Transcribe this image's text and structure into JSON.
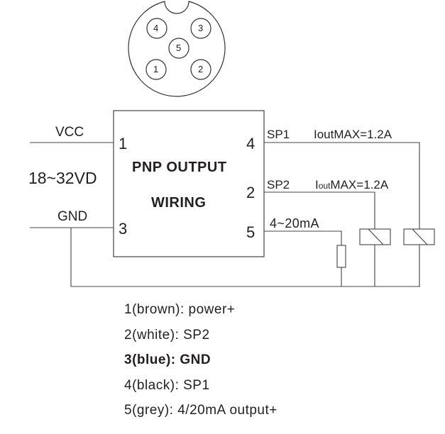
{
  "connector": {
    "pins": [
      {
        "id": "4",
        "pos": "top-left"
      },
      {
        "id": "3",
        "pos": "top-right"
      },
      {
        "id": "5",
        "pos": "center"
      },
      {
        "id": "1",
        "pos": "bottom-left"
      },
      {
        "id": "2",
        "pos": "bottom-right"
      }
    ]
  },
  "diagram": {
    "title_line1": "PNP OUTPUT",
    "title_line2": "WIRING",
    "left": {
      "vcc_label": "VCC",
      "voltage_label": "18~32VD",
      "gnd_label": "GND",
      "pin_vcc": "1",
      "pin_gnd": "3"
    },
    "right": {
      "pin_sp1": "4",
      "pin_sp2": "2",
      "pin_analog": "5",
      "sp1_label": "SP1",
      "sp1_current": "IoutMAX=1.2A",
      "sp2_label": "SP2",
      "sp2_current_prefix": "I",
      "sp2_current_sub": "out",
      "sp2_current_suffix": "MAX=1.2A",
      "analog_label": "4~20mA"
    }
  },
  "legend": [
    "1(brown):  power+",
    "2(white):  SP2",
    "3(blue):  GND",
    "4(black): SP1",
    "5(grey):  4/20mA output+"
  ]
}
